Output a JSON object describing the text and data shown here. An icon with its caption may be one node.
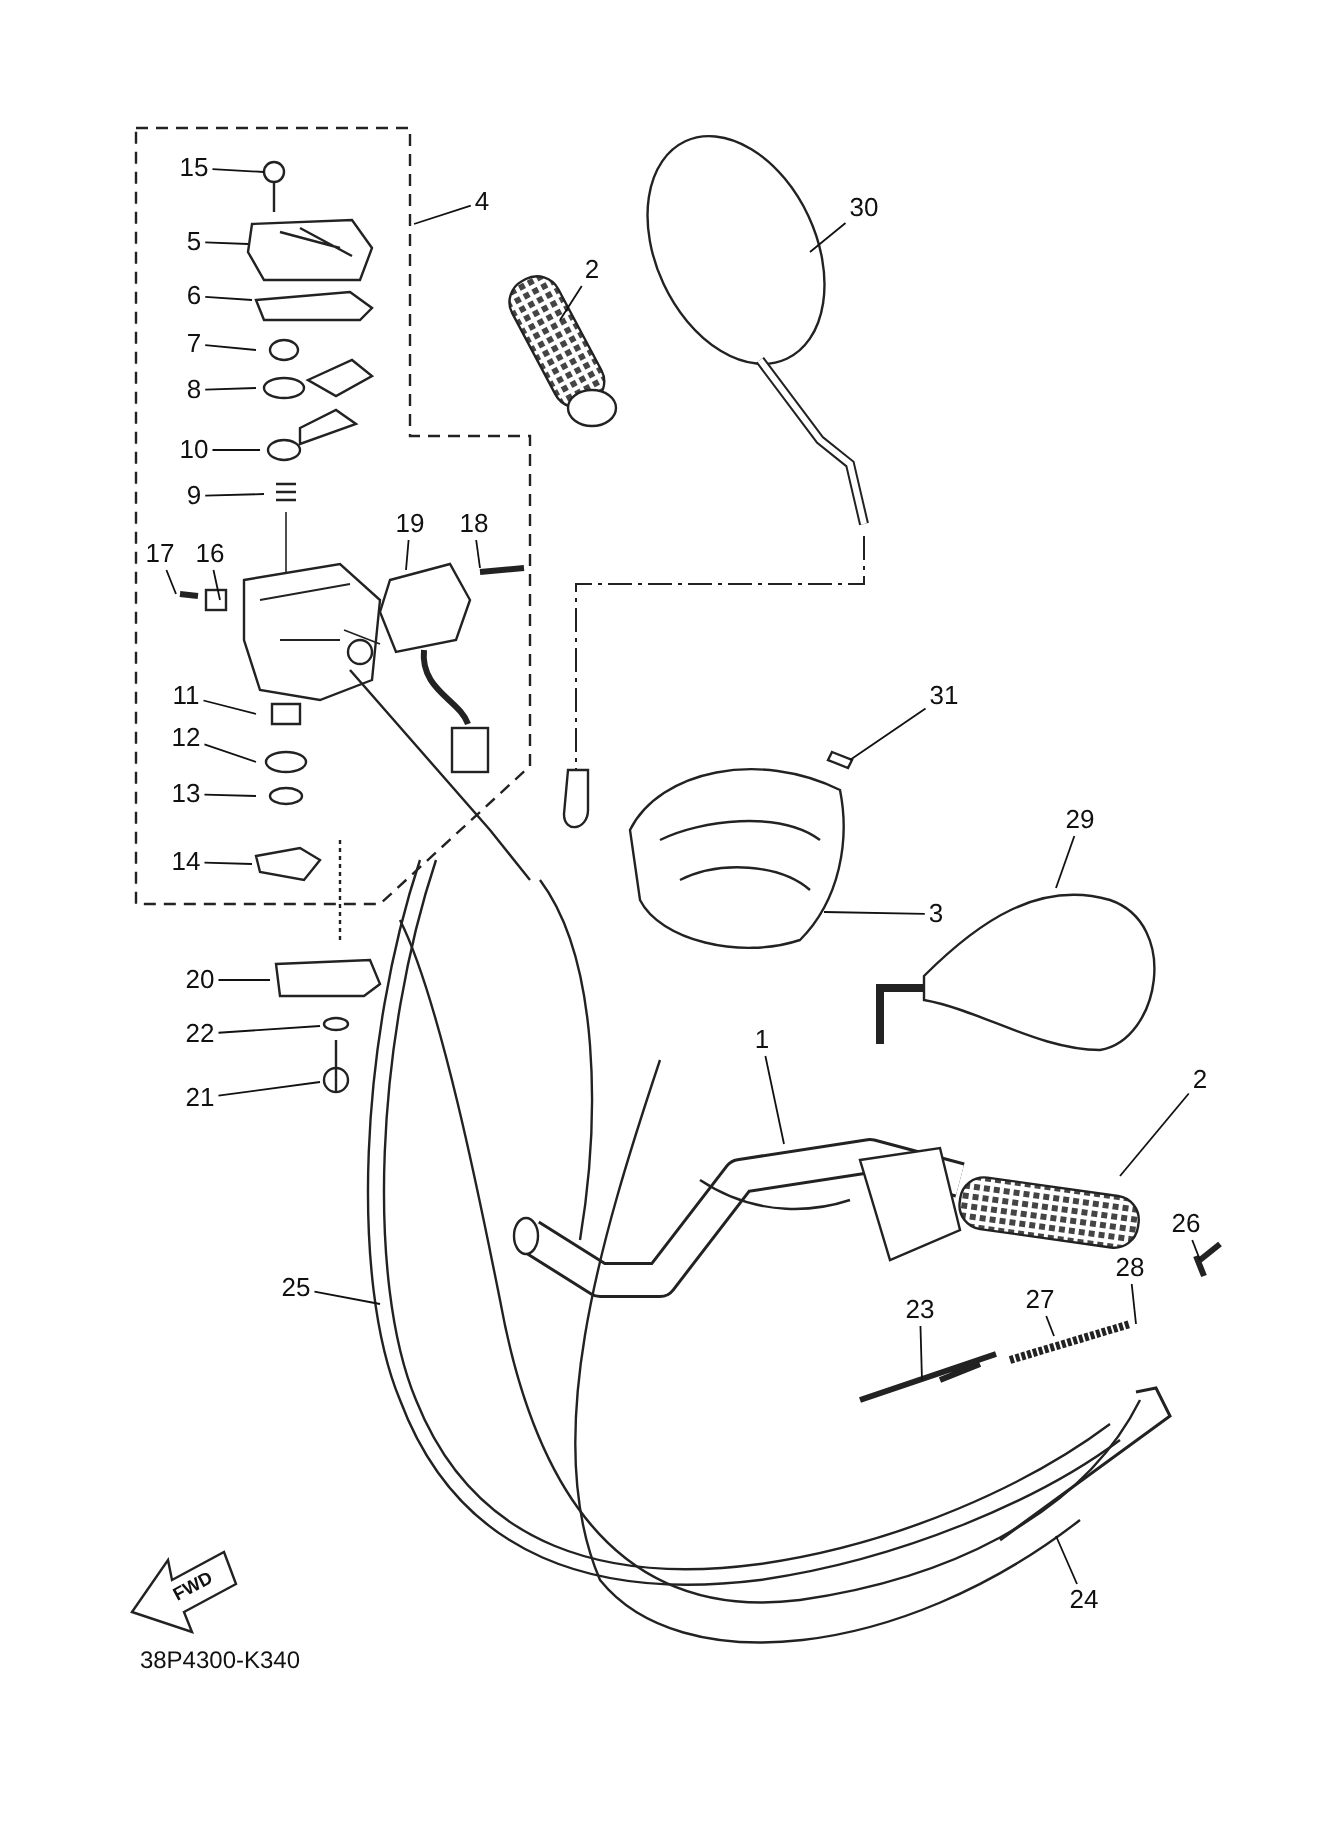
{
  "diagram": {
    "nodes": [
      {
        "text": [
          "15"
        ]
      },
      {
        "text": [
          "4"
        ]
      },
      {
        "text": [
          "2"
        ]
      },
      {
        "text": [
          "30"
        ]
      },
      {
        "text": [
          "5"
        ]
      },
      {
        "text": [
          "6"
        ]
      },
      {
        "text": [
          "7"
        ]
      },
      {
        "text": [
          "8"
        ]
      },
      {
        "text": [
          "10"
        ]
      },
      {
        "text": [
          "9"
        ]
      },
      {
        "text": [
          "17"
        ]
      },
      {
        "text": [
          "16"
        ]
      },
      {
        "text": [
          "19"
        ]
      },
      {
        "text": [
          "18"
        ]
      },
      {
        "text": [
          "11"
        ]
      },
      {
        "text": [
          "31"
        ]
      },
      {
        "text": [
          "12"
        ]
      },
      {
        "text": [
          "13"
        ]
      },
      {
        "text": [
          "14"
        ]
      },
      {
        "text": [
          "3"
        ]
      },
      {
        "text": [
          "29"
        ]
      },
      {
        "text": [
          "20"
        ]
      },
      {
        "text": [
          "22"
        ]
      },
      {
        "text": [
          "1"
        ]
      },
      {
        "text": [
          "21"
        ]
      },
      {
        "text": [
          "2"
        ]
      },
      {
        "text": [
          "26"
        ]
      },
      {
        "text": [
          "28"
        ]
      },
      {
        "text": [
          "25"
        ]
      },
      {
        "text": [
          "23"
        ]
      },
      {
        "text": [
          "27"
        ]
      },
      {
        "text": [
          "24"
        ]
      }
    ],
    "edges": [
      {
        "from": 0,
        "to": null,
        "arrow": "none"
      },
      {
        "from": 1,
        "to": null,
        "arrow": "none"
      },
      {
        "from": 2,
        "to": null,
        "arrow": "none"
      },
      {
        "from": 3,
        "to": null,
        "arrow": "none"
      },
      {
        "from": 4,
        "to": null,
        "arrow": "none"
      },
      {
        "from": 5,
        "to": null,
        "arrow": "none"
      },
      {
        "from": 6,
        "to": null,
        "arrow": "none"
      },
      {
        "from": 7,
        "to": null,
        "arrow": "none"
      },
      {
        "from": 8,
        "to": null,
        "arrow": "none"
      },
      {
        "from": 9,
        "to": null,
        "arrow": "none"
      },
      {
        "from": 10,
        "to": null,
        "arrow": "none"
      },
      {
        "from": 11,
        "to": null,
        "arrow": "none"
      },
      {
        "from": 12,
        "to": null,
        "arrow": "none"
      },
      {
        "from": 13,
        "to": null,
        "arrow": "none"
      },
      {
        "from": 14,
        "to": null,
        "arrow": "none"
      },
      {
        "from": 15,
        "to": null,
        "arrow": "none"
      },
      {
        "from": 16,
        "to": null,
        "arrow": "none"
      },
      {
        "from": 17,
        "to": null,
        "arrow": "none"
      },
      {
        "from": 18,
        "to": null,
        "arrow": "none"
      },
      {
        "from": 19,
        "to": null,
        "arrow": "none"
      },
      {
        "from": 20,
        "to": null,
        "arrow": "none"
      },
      {
        "from": 21,
        "to": null,
        "arrow": "none"
      },
      {
        "from": 22,
        "to": null,
        "arrow": "none"
      },
      {
        "from": 23,
        "to": null,
        "arrow": "none"
      },
      {
        "from": 24,
        "to": null,
        "arrow": "none"
      },
      {
        "from": 25,
        "to": null,
        "arrow": "none"
      },
      {
        "from": 26,
        "to": null,
        "arrow": "none"
      },
      {
        "from": 27,
        "to": null,
        "arrow": "none"
      },
      {
        "from": 28,
        "to": null,
        "arrow": "none"
      },
      {
        "from": 29,
        "to": null,
        "arrow": "none"
      },
      {
        "from": 30,
        "to": null,
        "arrow": "none"
      },
      {
        "from": 31,
        "to": null,
        "arrow": "none"
      }
    ],
    "labels": [
      "FWD",
      "38P4300-K340"
    ]
  }
}
